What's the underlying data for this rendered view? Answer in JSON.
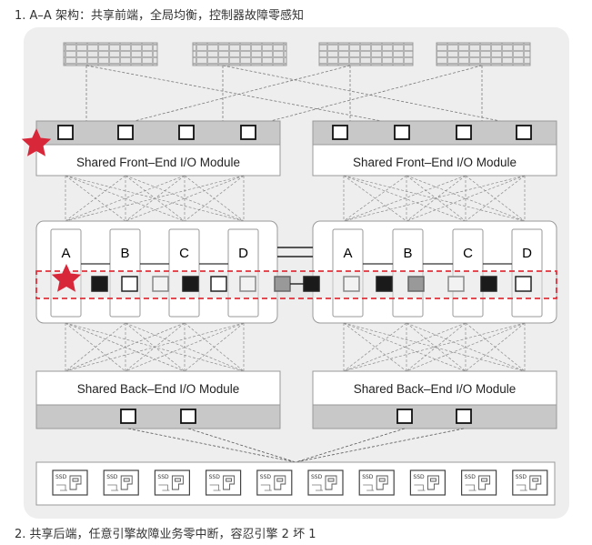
{
  "captions": {
    "top": "1. A–A 架构：共享前端，全局均衡，控制器故障零感知",
    "bottom": "2. 共享后端，任意引擎故障业务零中断，容忍引擎 2 坏 1"
  },
  "front_end_modules": [
    {
      "label": "Shared Front–End I/O Module"
    },
    {
      "label": "Shared Front–End I/O Module"
    }
  ],
  "back_end_modules": [
    {
      "label": "Shared Back–End I/O Module"
    },
    {
      "label": "Shared Back–End I/O Module"
    }
  ],
  "engines": [
    {
      "controllers": [
        "A",
        "B",
        "C",
        "D"
      ]
    },
    {
      "controllers": [
        "A",
        "B",
        "C",
        "D"
      ]
    }
  ],
  "disks": {
    "label": "SSD",
    "count": 10
  },
  "colors": {
    "star": "#d9273a",
    "highlight_border": "#e0303a",
    "module_bar": "#c8c8c8",
    "panel": "#eeeeee"
  }
}
